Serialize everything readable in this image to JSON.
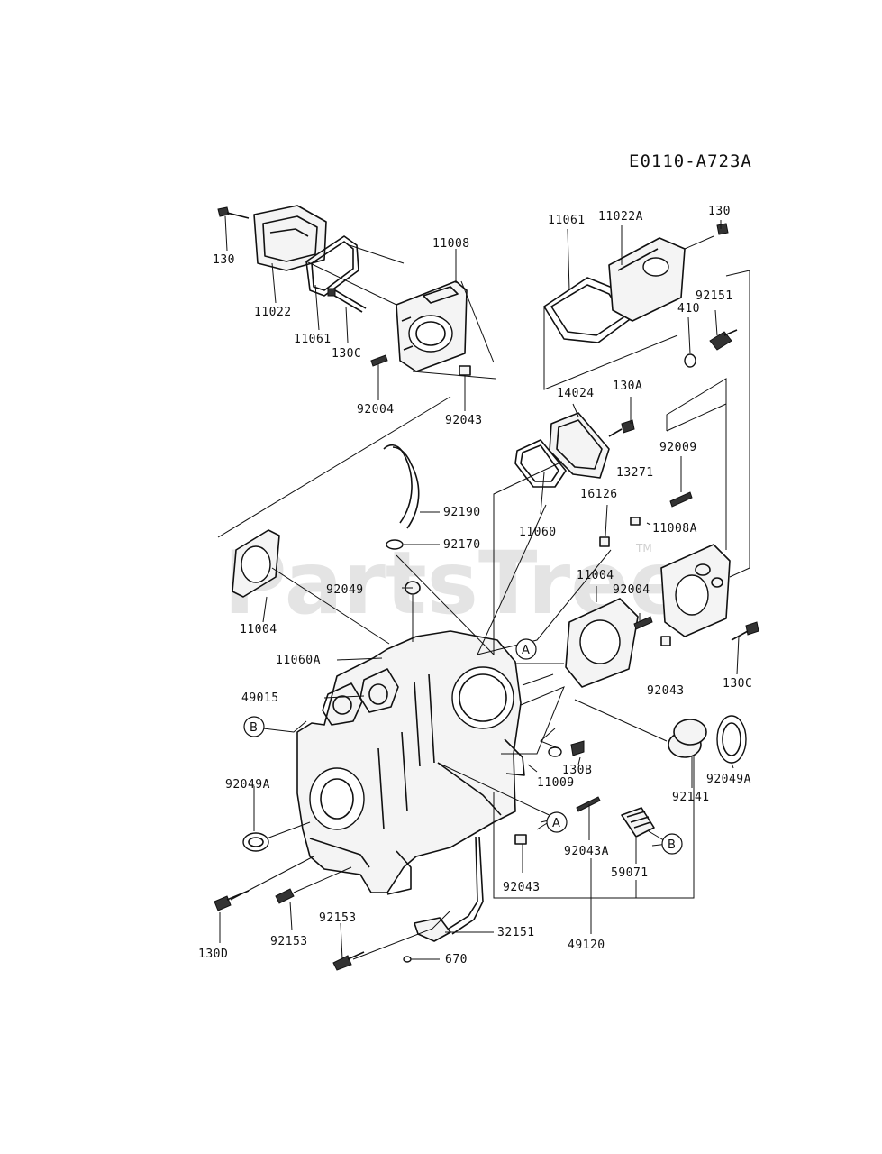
{
  "diagram_code": "E0110-A723A",
  "watermark": "PartsTree",
  "trademark": "TM",
  "ref_markers": {
    "a": "A",
    "b": "B"
  },
  "labels": {
    "l130_top": "130",
    "l11022": "11022",
    "l11061_left": "11061",
    "l130c_top": "130C",
    "l11008": "11008",
    "l92004_top": "92004",
    "l92043_top": "92043",
    "l11022a": "11022A",
    "l130_right": "130",
    "l11061_right": "11061",
    "l92151": "92151",
    "l410": "410",
    "l14024": "14024",
    "l130a": "130A",
    "l92009": "92009",
    "l13271": "13271",
    "l92190": "92190",
    "l16126": "16126",
    "l11060": "11060",
    "l11008a": "11008A",
    "l92170": "92170",
    "l11004_right": "11004",
    "l92004_right": "92004",
    "l92049": "92049",
    "l11004_left": "11004",
    "l11060a": "11060A",
    "l130c_right": "130C",
    "l49015": "49015",
    "l92043_mid": "92043",
    "l130b": "130B",
    "l11009": "11009",
    "l92049a_left": "92049A",
    "l92049a_right": "92049A",
    "l92141": "92141",
    "l92043a": "92043A",
    "l59071": "59071",
    "l92043_bottom": "92043",
    "l130d": "130D",
    "l92153_a": "92153",
    "l92153_b": "92153",
    "l32151": "32151",
    "l670": "670",
    "l49120": "49120"
  }
}
